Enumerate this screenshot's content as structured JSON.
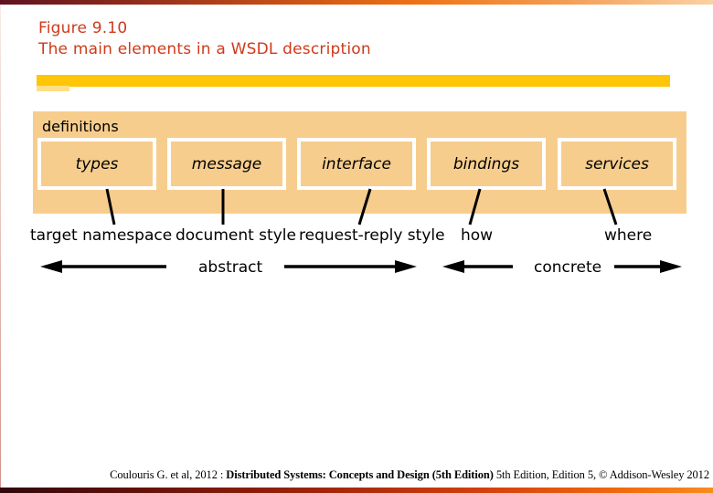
{
  "header": {
    "figure_label": "Figure 9.10",
    "figure_caption": "The main elements in a WSDL description"
  },
  "diagram": {
    "container_label": "definitions",
    "boxes": [
      {
        "label": "types",
        "annotation": "target namespace"
      },
      {
        "label": "message",
        "annotation": "document style"
      },
      {
        "label": "interface",
        "annotation": "request-reply style"
      },
      {
        "label": "bindings",
        "annotation": "how"
      },
      {
        "label": "services",
        "annotation": "where"
      }
    ],
    "region_labels": {
      "abstract": "abstract",
      "concrete": "concrete"
    }
  },
  "footer": {
    "citation_prefix": "Coulouris G. et al, 2012 : ",
    "citation_bold": "Distributed Systems: Concepts and Design (5th Edition)",
    "citation_suffix": " 5th Edition, Edition 5, © Addison-Wesley 2012"
  },
  "colors": {
    "title_text": "#cf3a1b",
    "highlight_bar": "#ffc608",
    "panel_fill": "#f7cd8e",
    "box_border": "#ffffff",
    "diagram_text": "#000000"
  }
}
